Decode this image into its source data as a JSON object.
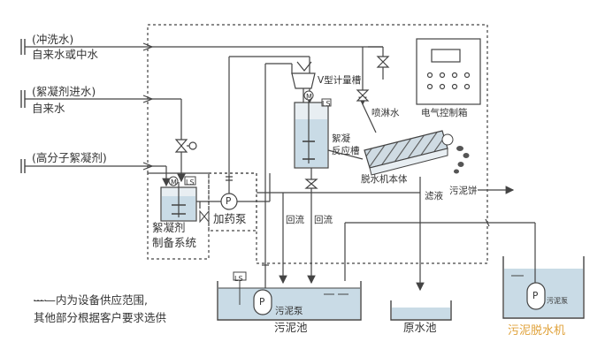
{
  "inputs": {
    "flush_water": "(冲洗水)",
    "tap_or_reclaimed": "自来水或中水",
    "flocculant_inlet": "(絮凝剂进水)",
    "tap_water": "自来水",
    "polymer": "(高分子絮凝剂)"
  },
  "components": {
    "v_meter_tank": "V型计量槽",
    "spray_water": "喷淋水",
    "control_cabinet": "电气控制箱",
    "reaction_tank_line1": "絮凝",
    "reaction_tank_line2": "反应槽",
    "dewatering_body": "脱水机本体",
    "filtrate": "滤液",
    "sludge_cake": "污泥饼",
    "flocculant_system_line1": "絮凝剂",
    "flocculant_system_line2": "制备系统",
    "dosing_pump": "加药泵",
    "return_flow_1": "回流",
    "return_flow_2": "回流",
    "level_switch": "LS",
    "sludge_pump": "污泥泵",
    "sludge_pool": "污泥池",
    "raw_water_pool": "原水池",
    "sludge_pump_small": "污泥泵",
    "pump_symbol": "P",
    "pump_symbol_small": "P",
    "pump_symbol_right": "P",
    "motor_symbol": "M",
    "motor_symbol_2": "M",
    "level_symbol": "LS",
    "level_symbol_2": "LS"
  },
  "legend": {
    "line1": "——内为设备供应范围,",
    "line2": "其他部分根据客户要求选供"
  },
  "watermark": "污泥脱水机",
  "colors": {
    "line": "#444444",
    "water": "#c9dbe6",
    "equipment": "#e8eef2",
    "brand": "#e0a23a"
  }
}
